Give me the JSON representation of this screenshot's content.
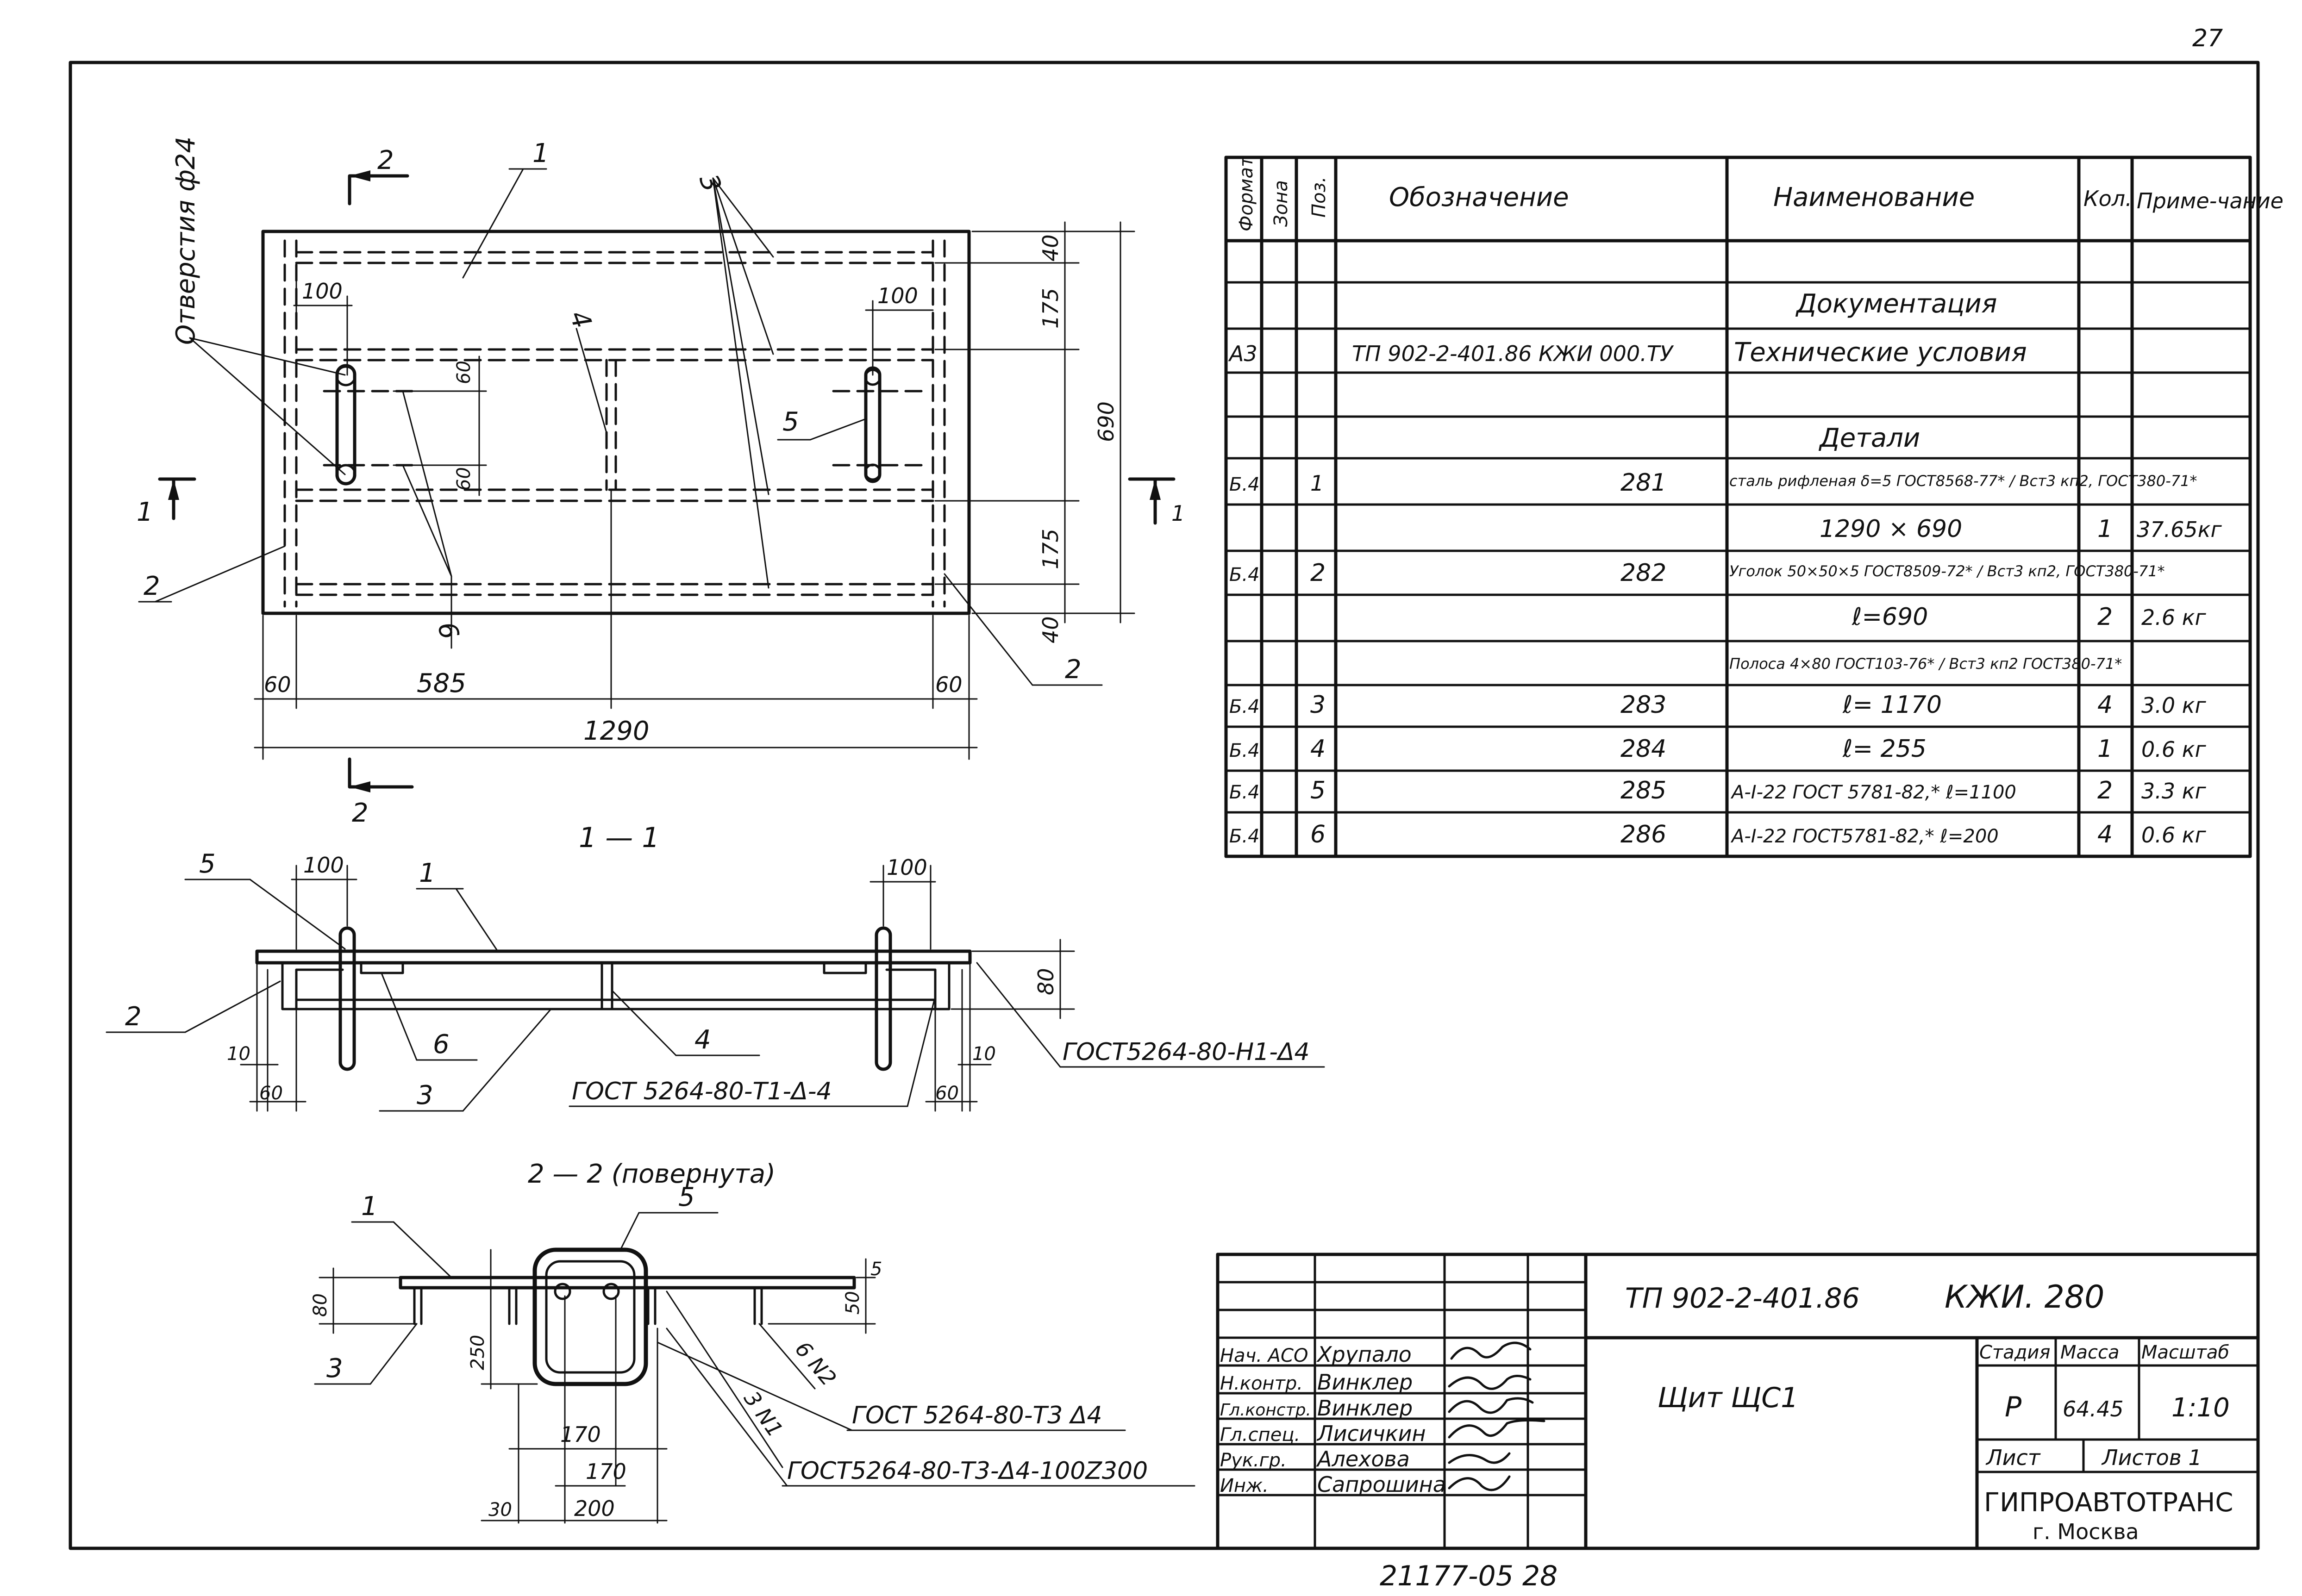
{
  "page_number": "27",
  "bottom_number": "21177-05  28",
  "plan": {
    "section_marker_top": "2",
    "section_marker_bottom": "2",
    "section_marker_left": "1",
    "section_marker_right": "1",
    "holes_label": "Отверстия ф24",
    "pos_labels": [
      "1",
      "2",
      "3",
      "4",
      "5",
      "6",
      "2"
    ],
    "dims": {
      "d100_left": "100",
      "d100_right": "100",
      "d60_top": "60",
      "d60_bot": "60",
      "d40_top": "40",
      "d175_top": "175",
      "d690": "690",
      "d175_bot": "175",
      "d40_bot": "40",
      "d60_left": "60",
      "d585": "585",
      "d60_right": "60",
      "d1290": "1290"
    }
  },
  "section11": {
    "title": "1 — 1",
    "pos_labels": [
      "5",
      "1",
      "2",
      "6",
      "3",
      "4"
    ],
    "dims": {
      "d100_left": "100",
      "d100_right": "100",
      "d80": "80",
      "d10_left": "10",
      "d60_left": "60",
      "d10_right": "10",
      "d60_right": "60"
    },
    "weld_label_1": "ГОСТ 5264-80-Т1-Δ-4",
    "weld_label_2": "ГОСТ5264-80-Н1-Δ4"
  },
  "section22": {
    "title": "2 — 2 (повернута)",
    "pos_labels": [
      "1",
      "5",
      "3"
    ],
    "dims": {
      "d80": "80",
      "d250": "250",
      "d5": "5",
      "d50": "50",
      "d170_top": "170",
      "d170_bot": "170",
      "d30": "30",
      "d200": "200"
    },
    "lead_6n2": "6 N2",
    "lead_3n1": "3 N1",
    "weld_label_1": "ГОСТ 5264-80-Т3  Δ4",
    "weld_label_2": "ГОСТ5264-80-Т3-Δ4-100Z300"
  },
  "spec": {
    "headers": [
      "Формат",
      "Зона",
      "Поз.",
      "Обозначение",
      "Наименование",
      "Кол.",
      "Приме-чание"
    ],
    "rows": [
      {
        "format": "",
        "zone": "",
        "pos": "",
        "designation": "",
        "name": "",
        "qty": "",
        "note": ""
      },
      {
        "format": "",
        "zone": "",
        "pos": "",
        "designation": "",
        "name": "Документация",
        "qty": "",
        "note": ""
      },
      {
        "format": "А3",
        "zone": "",
        "pos": "",
        "designation": "ТП 902-2-401.86   КЖИ 000.ТУ",
        "name": "Технические условия",
        "qty": "",
        "note": ""
      },
      {
        "format": "",
        "zone": "",
        "pos": "",
        "designation": "",
        "name": "",
        "qty": "",
        "note": ""
      },
      {
        "format": "",
        "zone": "",
        "pos": "",
        "designation": "",
        "name": "Детали",
        "qty": "",
        "note": ""
      },
      {
        "format": "Б.4",
        "zone": "",
        "pos": "1",
        "designation": "281",
        "name": "сталь рифленая  δ=5 ГОСТ8568-77* / Вст3 кп2, ГОСТ380-71*",
        "qty": "",
        "note": ""
      },
      {
        "format": "",
        "zone": "",
        "pos": "",
        "designation": "",
        "name": "1290 × 690",
        "qty": "1",
        "note": "37.65кг"
      },
      {
        "format": "Б.4",
        "zone": "",
        "pos": "2",
        "designation": "282",
        "name": "Уголок  50×50×5 ГОСТ8509-72* / Вст3 кп2, ГОСТ380-71*",
        "qty": "",
        "note": ""
      },
      {
        "format": "",
        "zone": "",
        "pos": "",
        "designation": "",
        "name": "ℓ=690",
        "qty": "2",
        "note": "2.6 кг"
      },
      {
        "format": "",
        "zone": "",
        "pos": "",
        "designation": "",
        "name": "Полоса  4×80 ГОСТ103-76* / Вст3 кп2 ГОСТ380-71*",
        "qty": "",
        "note": ""
      },
      {
        "format": "Б.4",
        "zone": "",
        "pos": "3",
        "designation": "283",
        "name": "ℓ= 1170",
        "qty": "4",
        "note": "3.0 кг"
      },
      {
        "format": "Б.4",
        "zone": "",
        "pos": "4",
        "designation": "284",
        "name": "ℓ= 255",
        "qty": "1",
        "note": "0.6 кг"
      },
      {
        "format": "Б.4",
        "zone": "",
        "pos": "5",
        "designation": "285",
        "name": "А-I-22  ГОСТ 5781-82,* ℓ=1100",
        "qty": "2",
        "note": "3.3 кг"
      },
      {
        "format": "Б.4",
        "zone": "",
        "pos": "6",
        "designation": "286",
        "name": "А-I-22 ГОСТ5781-82,* ℓ=200",
        "qty": "4",
        "note": "0.6 кг"
      }
    ]
  },
  "title_block": {
    "document_code": "ТП  902-2-401.86",
    "sheet_code": "КЖИ. 280",
    "title": "Щит  ЩС1",
    "stage_label": "Стадия",
    "mass_label": "Масса",
    "scale_label": "Масштаб",
    "stage_value": "Р",
    "mass_value": "64.45",
    "scale_value": "1:10",
    "sheet_label": "Лист",
    "sheets_label": "Листов 1",
    "organization": "ГИПРОАВТОТРАНС",
    "city": "г. Москва",
    "signatures": [
      {
        "role": "Нач. АСО",
        "name": "Хрупало"
      },
      {
        "role": "Н.контр.",
        "name": "Винклер"
      },
      {
        "role": "Гл.констр.",
        "name": "Винклер"
      },
      {
        "role": "Гл.спец.",
        "name": "Лисичкин"
      },
      {
        "role": "Рук.гр.",
        "name": "Алехова"
      },
      {
        "role": "Инж.",
        "name": "Сапрошина"
      }
    ]
  }
}
